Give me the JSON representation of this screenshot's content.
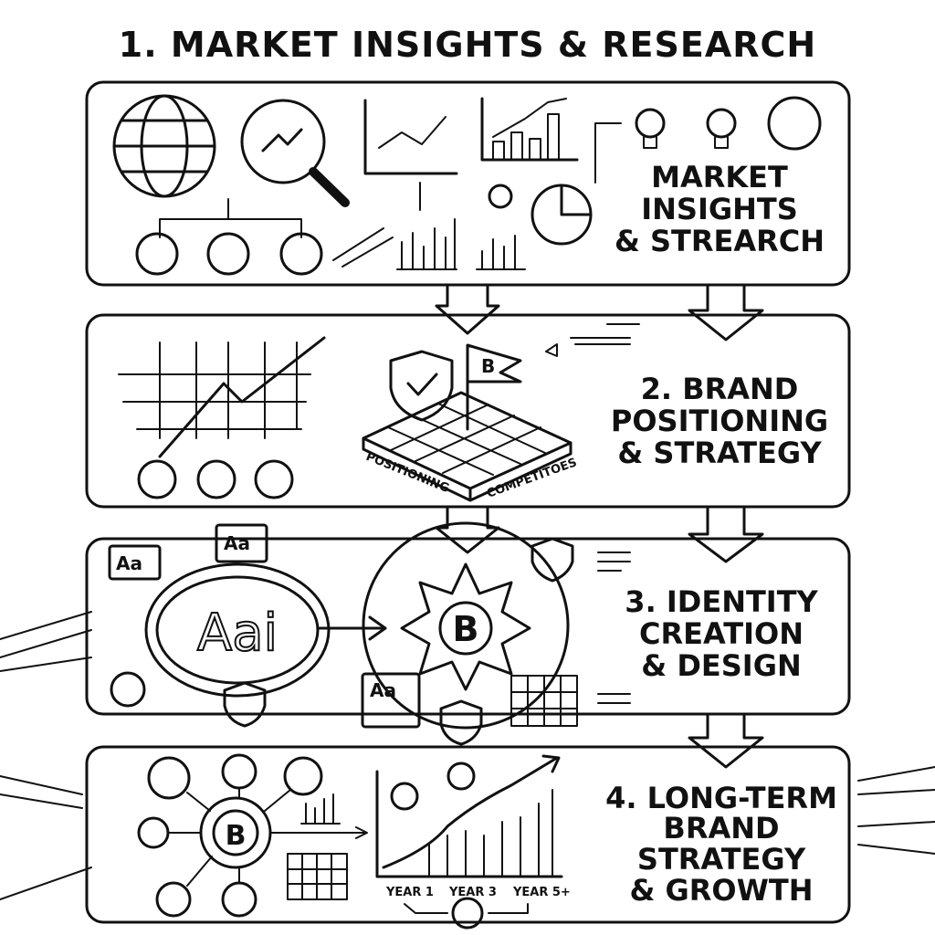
{
  "header": {
    "title": "1. MARKET INSIGHTS & RESEARCH"
  },
  "panels": [
    {
      "lines": [
        "MARKET",
        "INSIGHTS",
        "& STREARCH"
      ]
    },
    {
      "lines": [
        "2. BRAND",
        "POSITIONING",
        "& STRATEGY"
      ],
      "map_labels": [
        "POSITIONING",
        "COMPETITOES"
      ],
      "flag_letter": "B"
    },
    {
      "lines": [
        "3. IDENTITY",
        "CREATION",
        "& DESIGN"
      ],
      "type_small": "Aa",
      "type_large": "Aai",
      "brand_letter": "B"
    },
    {
      "lines": [
        "4. LONG-TERM",
        "BRAND",
        "STRATEGY",
        "& GROWTH"
      ],
      "brand_letter": "B",
      "years": [
        "YEAR 1",
        "YEAR 3",
        "YEAR 5+"
      ]
    }
  ],
  "colors": {
    "ink": "#111111",
    "background": "#ffffff"
  }
}
